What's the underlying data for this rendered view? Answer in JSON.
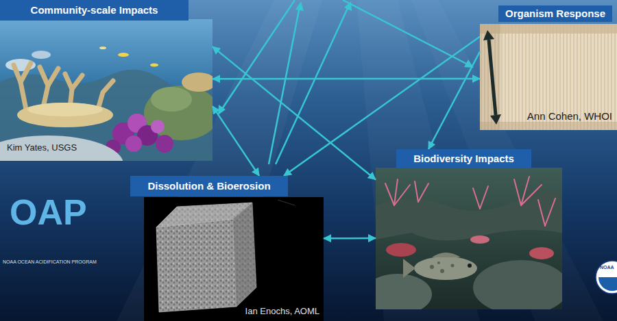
{
  "diagram": {
    "nodes": [
      {
        "text": [
          "Community-scale Impacts",
          "Kim Yates, USGS"
        ]
      },
      {
        "text": [
          "Organism Response",
          "Ann Cohen, WHOI"
        ]
      },
      {
        "text": [
          "Dissolution & Bioerosion",
          "Ian Enochs, AOML"
        ]
      },
      {
        "text": [
          "Biodiversity Impacts"
        ]
      }
    ],
    "edges": [
      {
        "from": 0,
        "to": 1,
        "arrow": "both"
      },
      {
        "from": 0,
        "to": 3,
        "arrow": "both"
      },
      {
        "from": 0,
        "to": 2,
        "arrow": "both"
      },
      {
        "from": 1,
        "to": 2,
        "arrow": "to"
      },
      {
        "from": 1,
        "to": 3,
        "arrow": "to"
      },
      {
        "from": 2,
        "to": 3,
        "arrow": "both"
      }
    ],
    "labels": [
      "OAP",
      "NOAA OCEAN ACIDIFICATION PROGRAM",
      "NOAA"
    ]
  }
}
